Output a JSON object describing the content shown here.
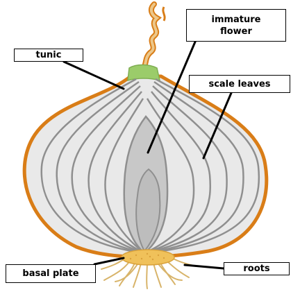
{
  "labels": {
    "tunic": "tunic",
    "immature_flower": [
      "immature",
      "flower"
    ],
    "scale_leaves": "scale leaves",
    "basal_plate": "basal plate",
    "roots": "roots"
  },
  "colors": {
    "tunic_outline": "#d97d17",
    "bulb_fill": "#e9e9e9",
    "scale_lines": "#8f8f8f",
    "inner_core": "#c8c8c8",
    "neck_green": "#9bcc6a",
    "basal_plate": "#f0c15a",
    "roots": "#d8b46a",
    "stalk": "#e3b46a",
    "leader_lines": "#000000"
  }
}
